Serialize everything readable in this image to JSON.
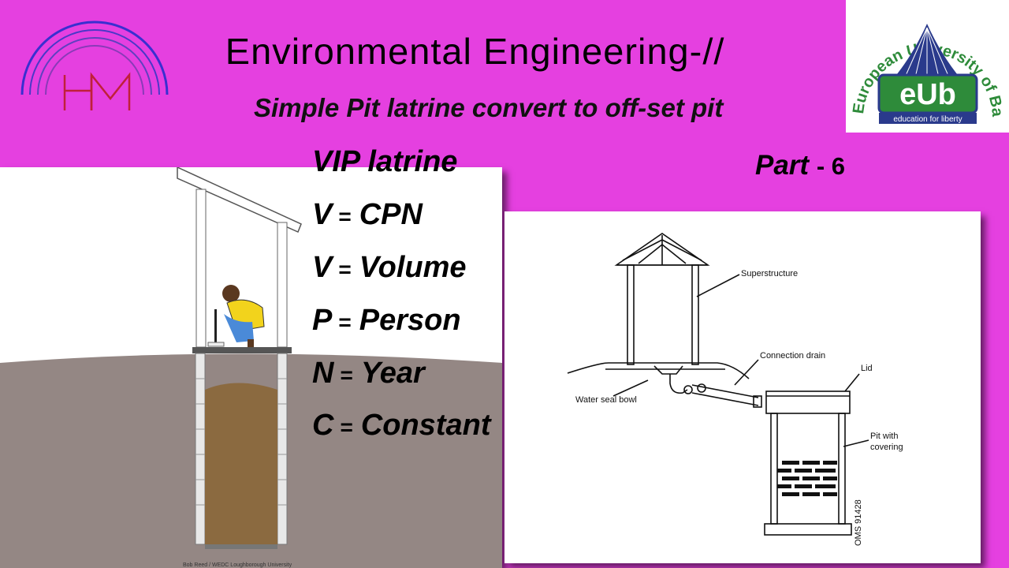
{
  "header": {
    "title": "Environmental Engineering-//",
    "subtitle": "Simple Pit latrine convert to off-set pit",
    "part_label": "Part",
    "part_number": "- 6"
  },
  "logo_hm": {
    "text": "HM",
    "icon": "hm-rainbow-logo"
  },
  "logo_eub": {
    "arc_text": "European University of Bangladesh",
    "mark": "eUb",
    "tagline": "education for liberty",
    "brand_color": "#2e8b3a",
    "accent": "#2a3a8c"
  },
  "formula": {
    "heading": "VIP latrine",
    "rows": [
      {
        "var": "V",
        "sym": "=",
        "def": "CPN"
      },
      {
        "var": "V",
        "sym": "=",
        "def": "Volume"
      },
      {
        "var": "P",
        "sym": "=",
        "def": "Person"
      },
      {
        "var": "N",
        "sym": "=",
        "def": "Year"
      },
      {
        "var": "C",
        "sym": "=",
        "def": "Constant"
      }
    ]
  },
  "diagram_right": {
    "labels": {
      "superstructure": "Superstructure",
      "connection_drain": "Connection drain",
      "lid": "Lid",
      "water_seal_bowl": "Water seal bowl",
      "pit_line1": "Pit with",
      "pit_line2": "covering",
      "code": "OMS 91428"
    }
  },
  "credit": "Bob Reed / WEDC Loughborough University",
  "colors": {
    "background": "#e540e0",
    "ground": "#948784",
    "fill_soil": "#8b6a40"
  }
}
